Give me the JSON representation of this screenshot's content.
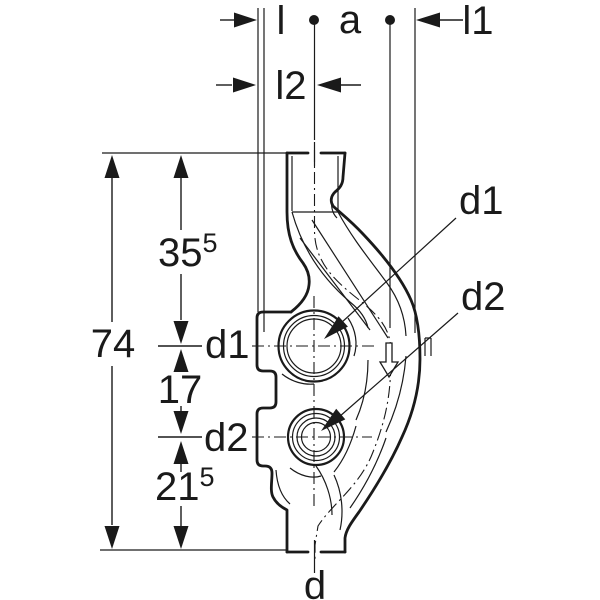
{
  "drawing": {
    "type": "technical-dimension-drawing",
    "background": "#ffffff",
    "ink_color": "#1a1a1a",
    "dim_top": {
      "l": "l",
      "a": "a",
      "l1": "l1",
      "l2": "l2"
    },
    "dim_left": {
      "total_height": "74",
      "upper_base": "35",
      "upper_sup": "5",
      "mid": "17",
      "lower_base": "21",
      "lower_sup": "5"
    },
    "ports": {
      "d1": "d1",
      "d2": "d2"
    },
    "outlet": {
      "d": "d"
    }
  }
}
